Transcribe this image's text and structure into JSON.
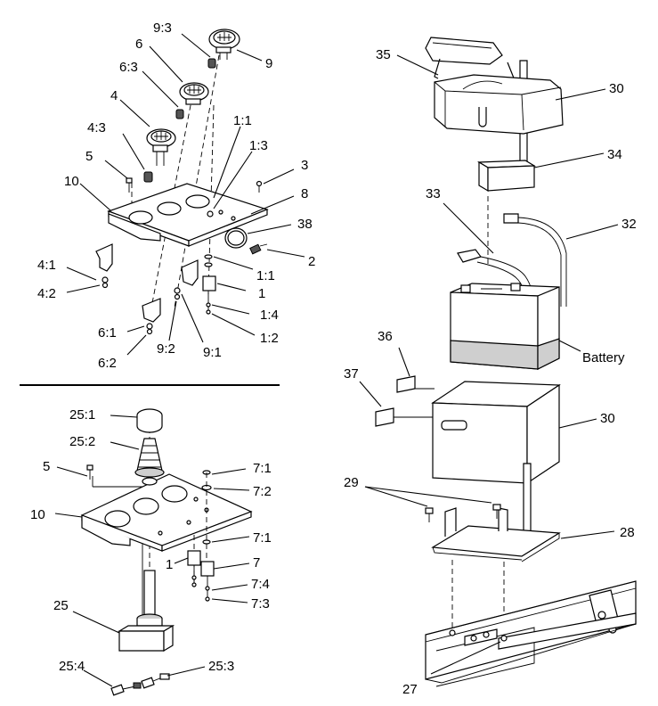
{
  "callouts": {
    "c_9_3": "9:3",
    "c_9": "9",
    "c_6": "6",
    "c_6_3": "6:3",
    "c_4": "4",
    "c_4_3": "4:3",
    "c_5_top": "5",
    "c_1_1_top": "1:1",
    "c_1_3": "1:3",
    "c_3": "3",
    "c_10_top": "10",
    "c_8": "8",
    "c_38": "38",
    "c_2": "2",
    "c_1_1_mid": "1:1",
    "c_4_1": "4:1",
    "c_4_2": "4:2",
    "c_1_top": "1",
    "c_1_4": "1:4",
    "c_1_2": "1:2",
    "c_6_1": "6:1",
    "c_9_2": "9:2",
    "c_9_1": "9:1",
    "c_6_2": "6:2",
    "c_25_1": "25:1",
    "c_25_2": "25:2",
    "c_5_bot": "5",
    "c_7_1_a": "7:1",
    "c_7_2": "7:2",
    "c_10_bot": "10",
    "c_7_1_b": "7:1",
    "c_1_bot": "1",
    "c_7": "7",
    "c_7_4": "7:4",
    "c_7_3": "7:3",
    "c_25": "25",
    "c_25_4": "25:4",
    "c_25_3": "25:3",
    "c_35": "35",
    "c_30_top": "30",
    "c_34": "34",
    "c_33": "33",
    "c_32": "32",
    "c_battery": "Battery",
    "c_36": "36",
    "c_37": "37",
    "c_30_mid": "30",
    "c_29": "29",
    "c_28": "28",
    "c_27": "27"
  }
}
